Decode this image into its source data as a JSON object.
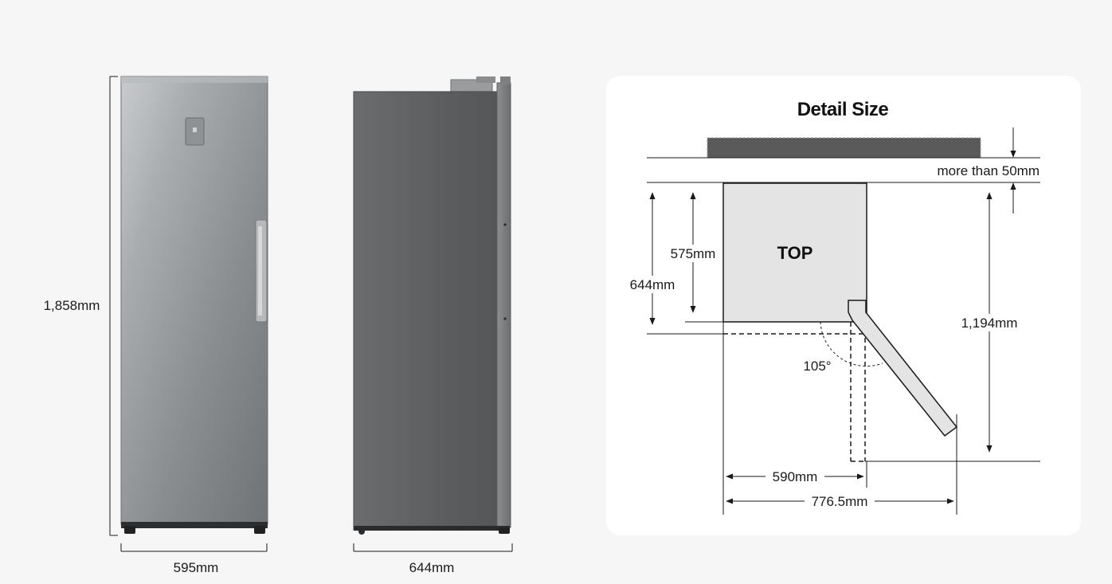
{
  "front_view": {
    "height_label": "1,858mm",
    "width_label": "595mm"
  },
  "side_view": {
    "depth_label": "644mm"
  },
  "detail": {
    "title": "Detail Size",
    "clearance_label": "more than 50mm",
    "top_label": "TOP",
    "body_depth_label": "575mm",
    "total_depth_label": "644mm",
    "open_depth_label": "1,194mm",
    "angle_label": "105°",
    "width_label": "590mm",
    "open_width_label": "776.5mm"
  },
  "colors": {
    "background": "#f6f6f6",
    "panel": "#ffffff",
    "line": "#1a1a1a",
    "top_fill": "#e4e4e4",
    "wall_fill": "#5a5a5a"
  }
}
